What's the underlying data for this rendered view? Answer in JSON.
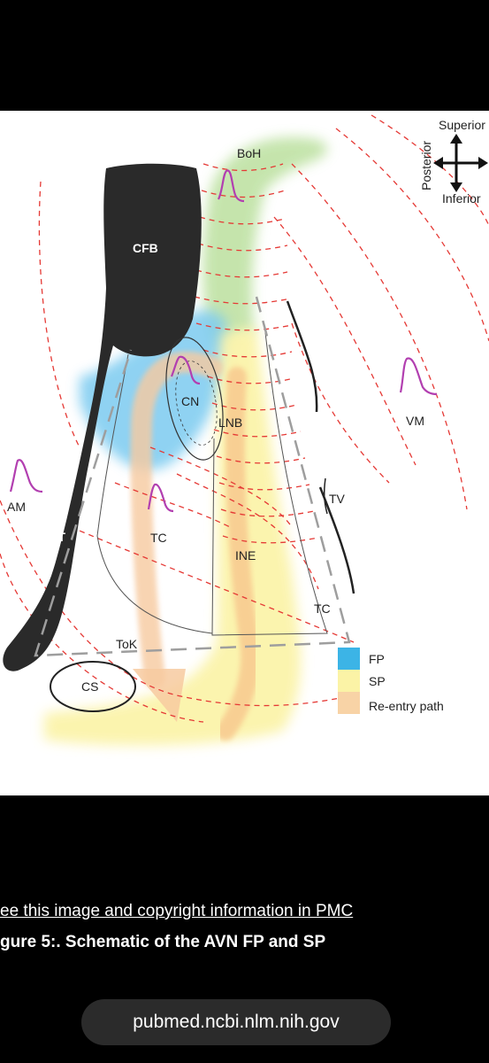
{
  "figure": {
    "orientation": {
      "superior": "Superior",
      "inferior": "Inferior",
      "posterior": "Posterior"
    },
    "labels": {
      "boh": "BoH",
      "cfb": "CFB",
      "cn": "CN",
      "lnb": "LNB",
      "vm": "VM",
      "am": "AM",
      "tt": "TT",
      "tc_left": "TC",
      "ine": "INE",
      "tv": "TV",
      "tc_right": "TC",
      "tok": "ToK",
      "cs": "CS"
    },
    "legend": [
      {
        "label": "FP",
        "color": "#3cb4e6"
      },
      {
        "label": "SP",
        "color": "#fbf3a6"
      },
      {
        "label": "Re-entry path",
        "color": "#f8d3a6"
      }
    ]
  },
  "caption": {
    "link_text": "ee this image and copyright information in PMC",
    "title": "gure 5:. Schematic of the AVN FP and SP"
  },
  "browser": {
    "url": "pubmed.ncbi.nlm.nih.gov"
  }
}
